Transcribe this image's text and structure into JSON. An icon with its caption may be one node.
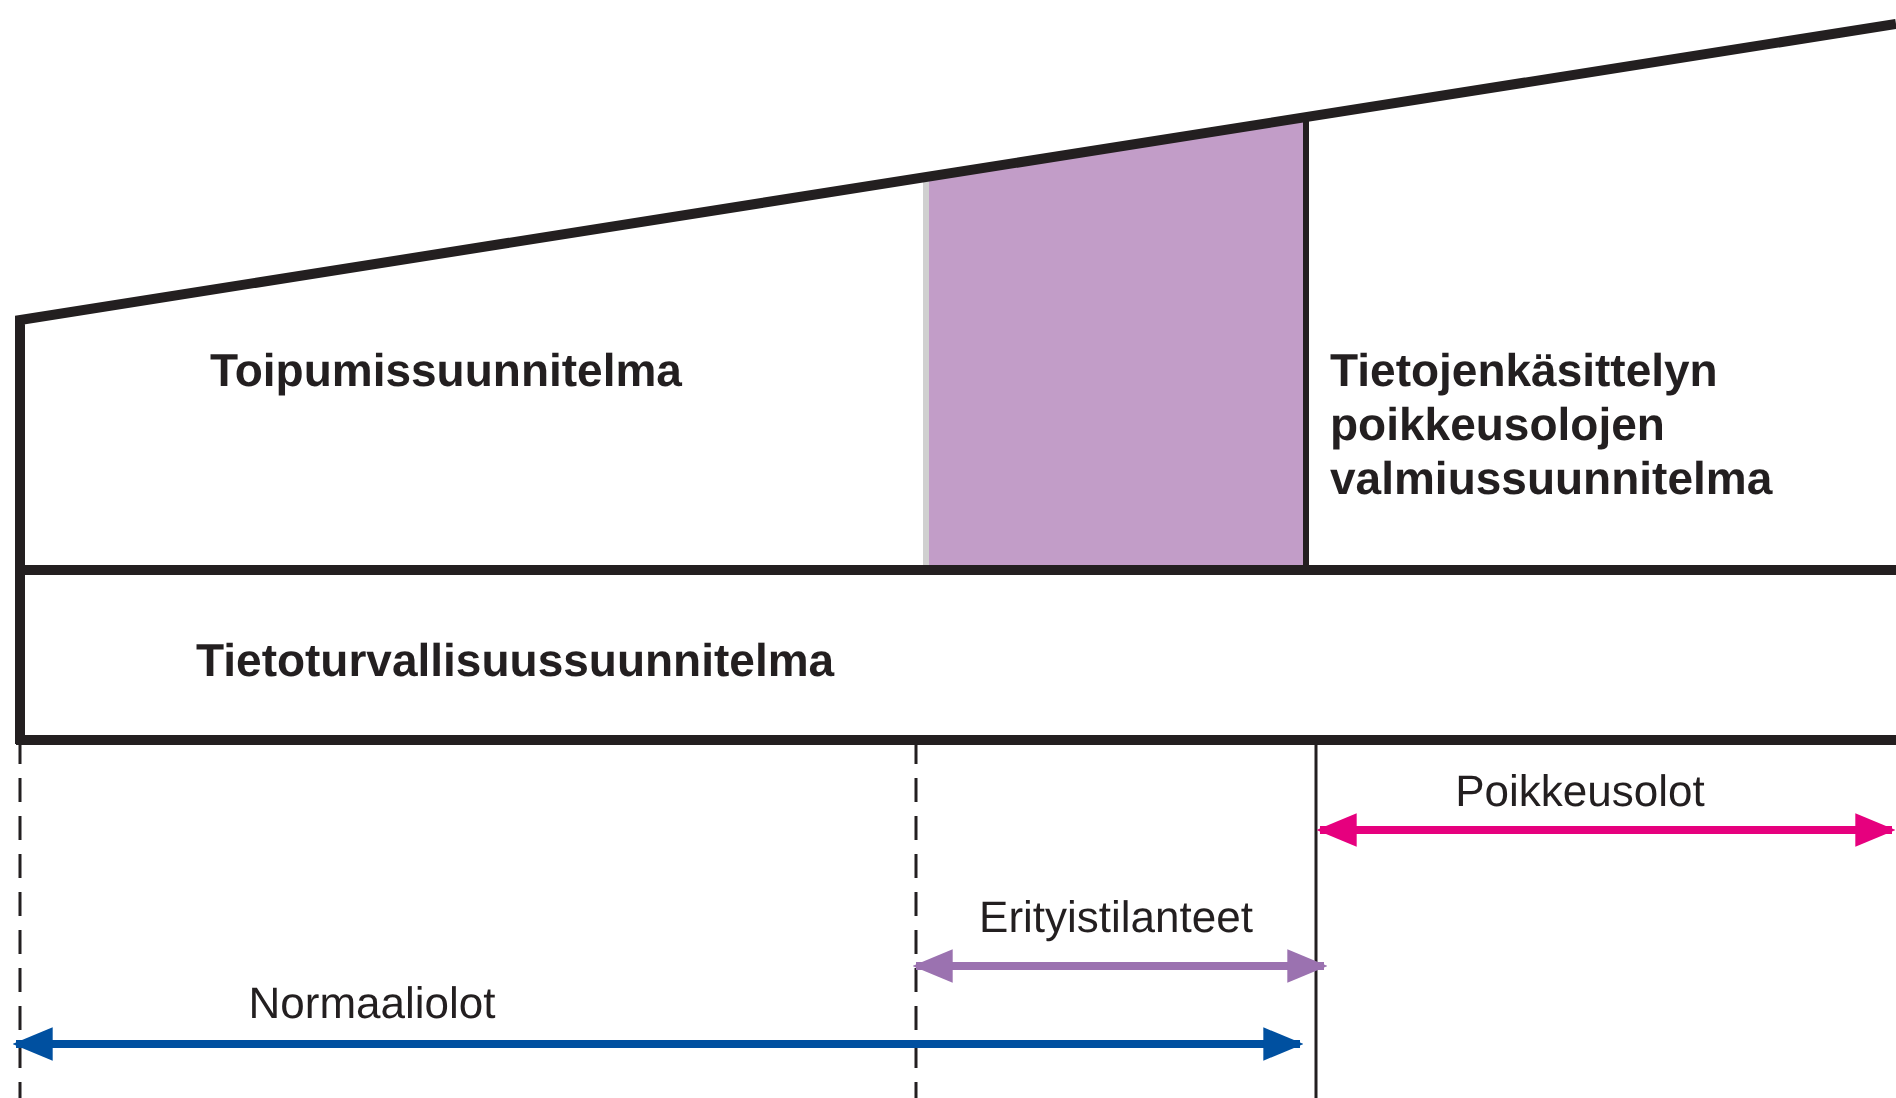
{
  "diagram": {
    "nodes": [
      {
        "text": [
          "Toipumissuunnitelma"
        ]
      },
      {
        "text": [],
        "shape": "box"
      },
      {
        "text": [
          "Tietojenkäsittelyn poikkeusolojen valmiussuunnitelma"
        ]
      },
      {
        "text": [
          "Tietoturvallisuussuunnitelma"
        ]
      }
    ],
    "labels": [
      "Poikkeusolot",
      "Erityistilanteet",
      "Normaaliolot"
    ]
  }
}
